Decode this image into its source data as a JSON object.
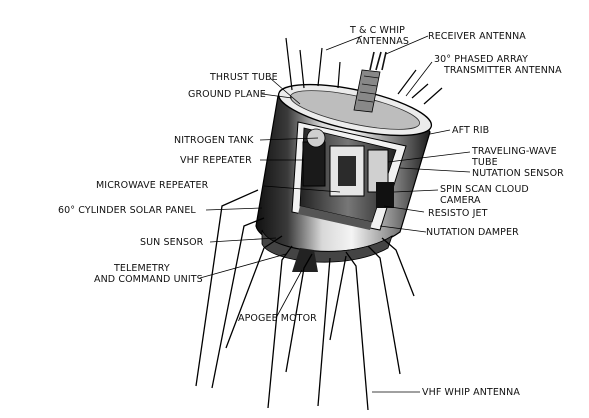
{
  "diagram": {
    "labels": {
      "tc_whip_line1": "T & C WHIP",
      "tc_whip_line2": "ANTENNAS",
      "receiver_antenna": "RECEIVER ANTENNA",
      "phased_array_line1": "30° PHASED ARRAY",
      "phased_array_line2": "TRANSMITTER ANTENNA",
      "thrust_tube": "THRUST TUBE",
      "ground_plane": "GROUND PLANE",
      "aft_rib": "AFT RIB",
      "nitrogen_tank": "NITROGEN TANK",
      "traveling_wave_line1": "TRAVELING-WAVE",
      "traveling_wave_line2": "TUBE",
      "vhf_repeater": "VHF REPEATER",
      "nutation_sensor": "NUTATION SENSOR",
      "microwave_repeater": "MICROWAVE REPEATER",
      "spin_scan_line1": "SPIN SCAN CLOUD",
      "spin_scan_line2": "CAMERA",
      "solar_panel": "60° CYLINDER SOLAR PANEL",
      "resisto_jet": "RESISTO JET",
      "nutation_damper": "NUTATION DAMPER",
      "sun_sensor": "SUN SENSOR",
      "telemetry_line1": "TELEMETRY",
      "telemetry_line2": "AND COMMAND UNITS",
      "apogee_motor": "APOGEE MOTOR",
      "vhf_whip_antenna": "VHF WHIP ANTENNA"
    }
  }
}
